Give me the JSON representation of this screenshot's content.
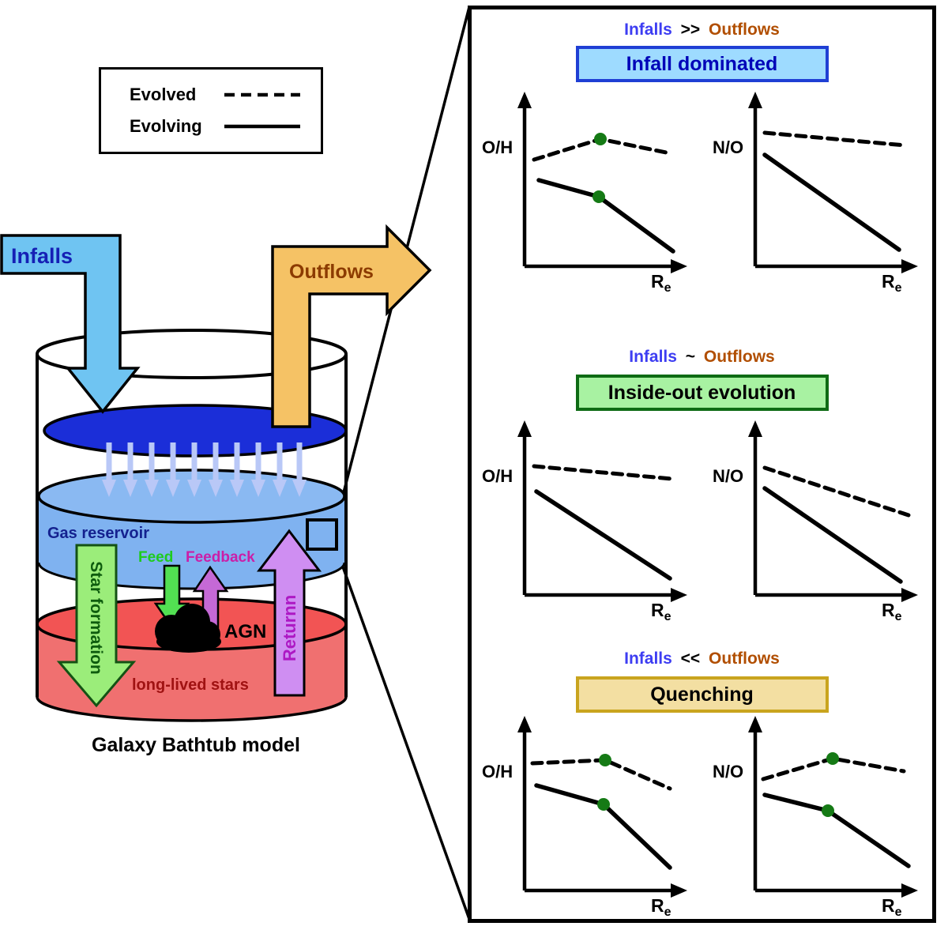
{
  "legend": {
    "items": [
      {
        "label": "Evolved",
        "style": "dashed"
      },
      {
        "label": "Evolving",
        "style": "solid"
      }
    ]
  },
  "bathtub": {
    "infalls_label": "Infalls",
    "outflows_label": "Outflows",
    "gas_reservoir_label": "Gas reservoir",
    "feed_label": "Feed",
    "feedback_label": "Feedback",
    "agn_label": "AGN",
    "star_formation_label": "Star formation",
    "return_label": "Returnn",
    "long_lived_stars_label": "long-lived stars",
    "caption": "Galaxy Bathtub model"
  },
  "sections": [
    {
      "left": "Infalls",
      "op": ">>",
      "right": "Outflows",
      "title": "Infall dominated"
    },
    {
      "left": "Infalls",
      "op": "~",
      "right": "Outflows",
      "title": "Inside-out evolution"
    },
    {
      "left": "Infalls",
      "op": "<<",
      "right": "Outflows",
      "title": "Quenching"
    }
  ],
  "plots": {
    "labels": {
      "oh": "O/H",
      "no": "N/O",
      "r": "R",
      "e": "e"
    },
    "infall_oh": {
      "dashed": [
        [
          68,
          90
        ],
        [
          152,
          64
        ],
        [
          240,
          82
        ]
      ],
      "solid": [
        [
          74,
          116
        ],
        [
          150,
          137
        ],
        [
          244,
          206
        ]
      ],
      "dashed_dot": [
        152,
        64
      ],
      "solid_dot": [
        150,
        137
      ]
    },
    "infall_no": {
      "dashed": [
        [
          68,
          56
        ],
        [
          246,
          72
        ]
      ],
      "solid": [
        [
          68,
          84
        ],
        [
          238,
          204
        ]
      ]
    },
    "insideout_oh": {
      "dashed": [
        [
          68,
          62
        ],
        [
          242,
          78
        ]
      ],
      "solid": [
        [
          71,
          94
        ],
        [
          240,
          204
        ]
      ]
    },
    "insideout_no": {
      "dashed": [
        [
          68,
          64
        ],
        [
          250,
          124
        ]
      ],
      "solid": [
        [
          68,
          90
        ],
        [
          240,
          208
        ]
      ]
    },
    "quench_oh": {
      "dashed": [
        [
          66,
          64
        ],
        [
          158,
          60
        ],
        [
          240,
          96
        ]
      ],
      "solid": [
        [
          71,
          92
        ],
        [
          156,
          116
        ],
        [
          240,
          196
        ]
      ],
      "dashed_dot": [
        158,
        60
      ],
      "solid_dot": [
        156,
        116
      ]
    },
    "quench_no": {
      "dashed": [
        [
          66,
          84
        ],
        [
          154,
          58
        ],
        [
          244,
          74
        ]
      ],
      "solid": [
        [
          68,
          104
        ],
        [
          148,
          124
        ],
        [
          250,
          194
        ]
      ],
      "dashed_dot": [
        154,
        58
      ],
      "solid_dot": [
        148,
        124
      ]
    }
  },
  "colors": {
    "infall_arrow": "#6fc4f2",
    "infall_text": "#1520b5",
    "outflow_arrow": "#f5c265",
    "outflow_text": "#8c3b00",
    "water_surface": "#1b2ed8",
    "gas_reservoir": "#7fb2f0",
    "stellar_layer": "#f25454",
    "star_formation_arrow": "#9bed7a",
    "feed_arrow": "#52e052",
    "feedback_arrow": "#c569d6",
    "return_arrow": "#cf8ef2",
    "marker_dot": "#157a15",
    "relation_infalls": "#3d3df2",
    "relation_outflows": "#b14e00",
    "box_infall_bg": "#9edbff",
    "box_infall_border": "#1f3fd4",
    "box_inside_bg": "#a8f2a2",
    "box_inside_border": "#0e6b14",
    "box_quench_bg": "#f3dfa2",
    "box_quench_border": "#c9a41e"
  }
}
